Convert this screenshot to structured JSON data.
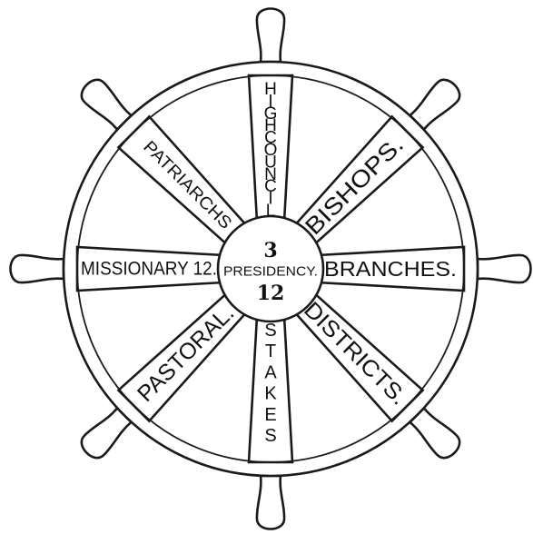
{
  "wheel": {
    "hub": {
      "top_number": "3",
      "label": "PRESIDENCY.",
      "bottom_number": "12"
    },
    "spokes": [
      {
        "id": "high-council",
        "text": "HIGHCOUNCIL",
        "layout": "stacked"
      },
      {
        "id": "bishops",
        "text": "BISHOPS."
      },
      {
        "id": "branches",
        "text": "BRANCHES."
      },
      {
        "id": "districts",
        "text": "DISTRICTS."
      },
      {
        "id": "stakes",
        "text": "STAKES",
        "layout": "stacked"
      },
      {
        "id": "pastoral",
        "text": "PASTORAL."
      },
      {
        "id": "missionary",
        "text": "MISSIONARY 12."
      },
      {
        "id": "patriarchs",
        "text": "PATRIARCHS"
      }
    ]
  },
  "colors": {
    "ink": "#1a1a1a",
    "paper": "#ffffff"
  }
}
